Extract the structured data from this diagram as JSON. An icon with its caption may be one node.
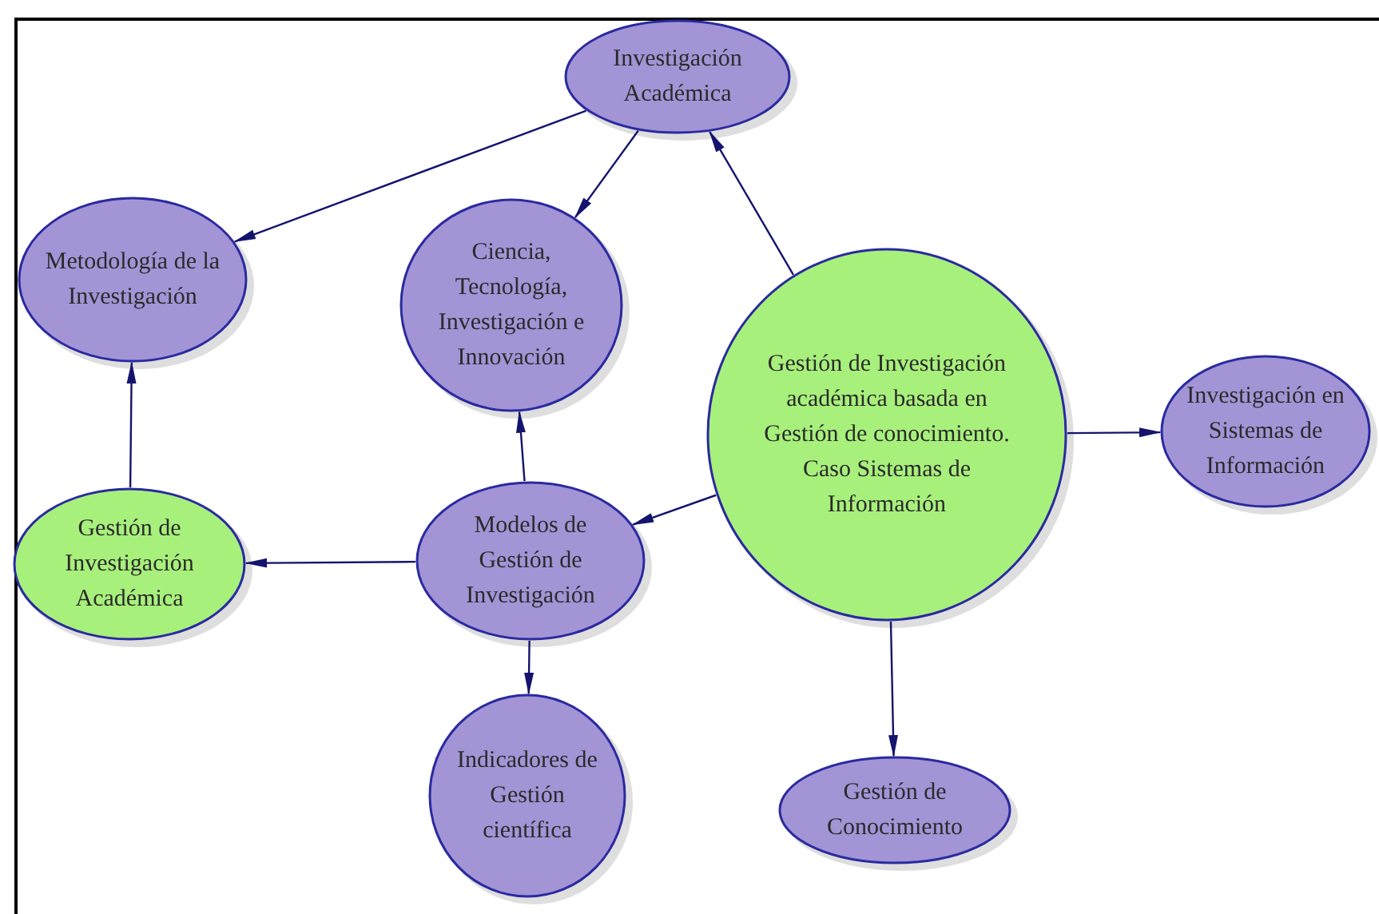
{
  "diagram": {
    "nodes": [
      {
        "text": [
          "Investigación Académica"
        ]
      },
      {
        "text": [
          "Metodología de la Investigación"
        ]
      },
      {
        "text": [
          "Ciencia, Tecnología, Investigación e Innovación"
        ]
      },
      {
        "text": [
          "Gestión de Investigación académica basada en Gestión de conocimiento. Caso Sistemas de Información"
        ]
      },
      {
        "text": [
          "Investigación en Sistemas de Información"
        ]
      },
      {
        "text": [
          "Gestión de Investigación Académica"
        ]
      },
      {
        "text": [
          "Modelos de Gestión de Investigación"
        ]
      },
      {
        "text": [
          "Indicadores de Gestión científica"
        ]
      },
      {
        "text": [
          "Gestión de Conocimiento"
        ]
      }
    ],
    "edges": [
      {
        "from": 0,
        "to": 1,
        "arrow": "to"
      },
      {
        "from": 0,
        "to": 2,
        "arrow": "to"
      },
      {
        "from": 3,
        "to": 0,
        "arrow": "to"
      },
      {
        "from": 3,
        "to": 4,
        "arrow": "to"
      },
      {
        "from": 3,
        "to": 6,
        "arrow": "to"
      },
      {
        "from": 3,
        "to": 8,
        "arrow": "to"
      },
      {
        "from": 6,
        "to": 2,
        "arrow": "to"
      },
      {
        "from": 6,
        "to": 5,
        "arrow": "to"
      },
      {
        "from": 6,
        "to": 7,
        "arrow": "to"
      },
      {
        "from": 5,
        "to": 1,
        "arrow": "to"
      }
    ]
  }
}
